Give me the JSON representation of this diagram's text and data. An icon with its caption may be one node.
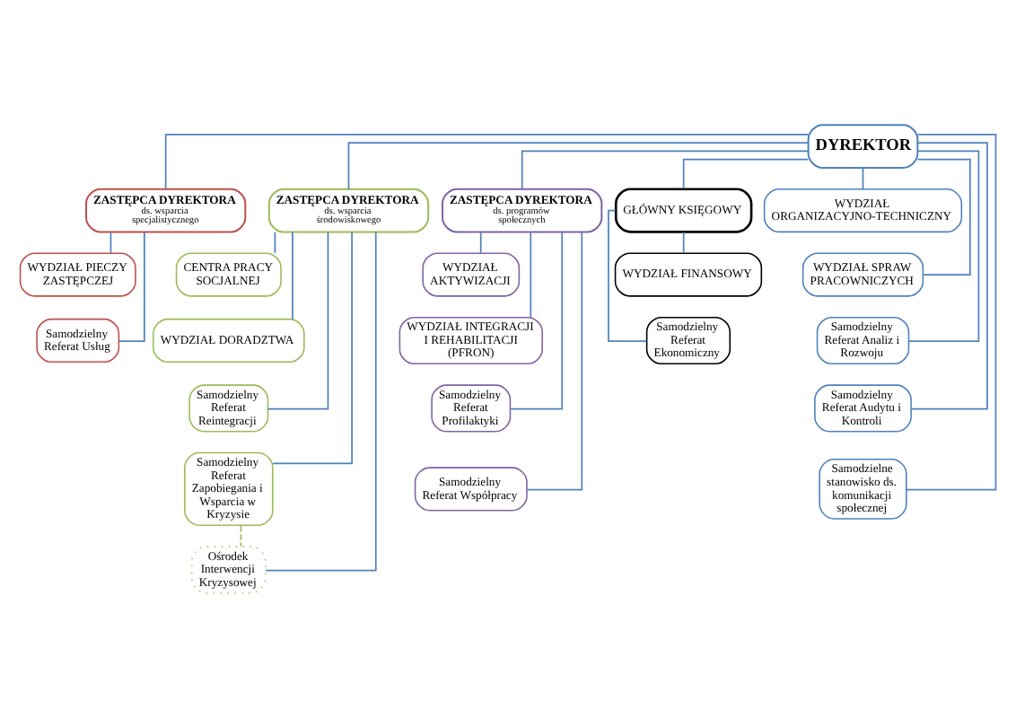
{
  "diagram": {
    "nodes": [
      {
        "text": [
          "DYREKTOR"
        ]
      },
      {
        "text": [
          "ZASTĘPCA DYREKTORA",
          "ds. wsparcia specjalistycznego"
        ]
      },
      {
        "text": [
          "ZASTĘPCA DYREKTORA",
          "ds. wsparcia środowiskowego"
        ]
      },
      {
        "text": [
          "ZASTĘPCA DYREKTORA",
          "ds. programów społecznych"
        ]
      },
      {
        "text": [
          "GŁÓWNY KSIĘGOWY"
        ]
      },
      {
        "text": [
          "WYDZIAŁ ORGANIZACYJNO-TECHNICZNY"
        ]
      },
      {
        "text": [
          "WYDZIAŁ SPRAW PRACOWNICZYCH"
        ]
      },
      {
        "text": [
          "Samodzielny Referat Analiz i Rozwoju"
        ]
      },
      {
        "text": [
          "Samodzielny Referat Audytu i Kontroli"
        ]
      },
      {
        "text": [
          "Samodzielne stanowisko ds. komunikacji społecznej"
        ]
      },
      {
        "text": [
          "WYDZIAŁ PIECZY ZASTĘPCZEJ"
        ]
      },
      {
        "text": [
          "Samodzielny Referat Usług"
        ]
      },
      {
        "text": [
          "CENTRA PRACY SOCJALNEJ"
        ]
      },
      {
        "text": [
          "WYDZIAŁ DORADZTWA"
        ]
      },
      {
        "text": [
          "Samodzielny Referat Reintegracji"
        ]
      },
      {
        "text": [
          "Samodzielny Referat Zapobiegania i Wsparcia w Kryzysie"
        ]
      },
      {
        "text": [
          "Ośrodek Interwencji Kryzysowej"
        ]
      },
      {
        "text": [
          "WYDZIAŁ AKTYWIZACJI"
        ]
      },
      {
        "text": [
          "WYDZIAŁ INTEGRACJI I REHABILITACJI (PFRON)"
        ]
      },
      {
        "text": [
          "Samodzielny Referat Profilaktyki"
        ]
      },
      {
        "text": [
          "Samodzielny Referat Współpracy"
        ]
      },
      {
        "text": [
          "WYDZIAŁ FINANSOWY"
        ]
      },
      {
        "text": [
          "Samodzielny Referat Ekonomiczny"
        ]
      }
    ],
    "edges": [
      {
        "from": 0,
        "to": 1,
        "arrow": "none"
      },
      {
        "from": 0,
        "to": 2,
        "arrow": "none"
      },
      {
        "from": 0,
        "to": 3,
        "arrow": "none"
      },
      {
        "from": 0,
        "to": 4,
        "arrow": "none"
      },
      {
        "from": 0,
        "to": 5,
        "arrow": "none"
      },
      {
        "from": 0,
        "to": 6,
        "arrow": "none"
      },
      {
        "from": 0,
        "to": 7,
        "arrow": "none"
      },
      {
        "from": 0,
        "to": 8,
        "arrow": "none"
      },
      {
        "from": 0,
        "to": 9,
        "arrow": "none"
      },
      {
        "from": 1,
        "to": 10,
        "arrow": "none"
      },
      {
        "from": 1,
        "to": 11,
        "arrow": "none"
      },
      {
        "from": 2,
        "to": 12,
        "arrow": "none"
      },
      {
        "from": 2,
        "to": 13,
        "arrow": "none"
      },
      {
        "from": 2,
        "to": 14,
        "arrow": "none"
      },
      {
        "from": 2,
        "to": 15,
        "arrow": "none"
      },
      {
        "from": 2,
        "to": 16,
        "arrow": "none"
      },
      {
        "from": 15,
        "to": 16,
        "arrow": "none",
        "style": "dashed",
        "color": "#9bbb59"
      },
      {
        "from": 3,
        "to": 17,
        "arrow": "none"
      },
      {
        "from": 3,
        "to": 18,
        "arrow": "none"
      },
      {
        "from": 3,
        "to": 19,
        "arrow": "none"
      },
      {
        "from": 3,
        "to": 20,
        "arrow": "none"
      },
      {
        "from": 4,
        "to": 21,
        "arrow": "none"
      },
      {
        "from": 4,
        "to": 22,
        "arrow": "none"
      }
    ]
  }
}
